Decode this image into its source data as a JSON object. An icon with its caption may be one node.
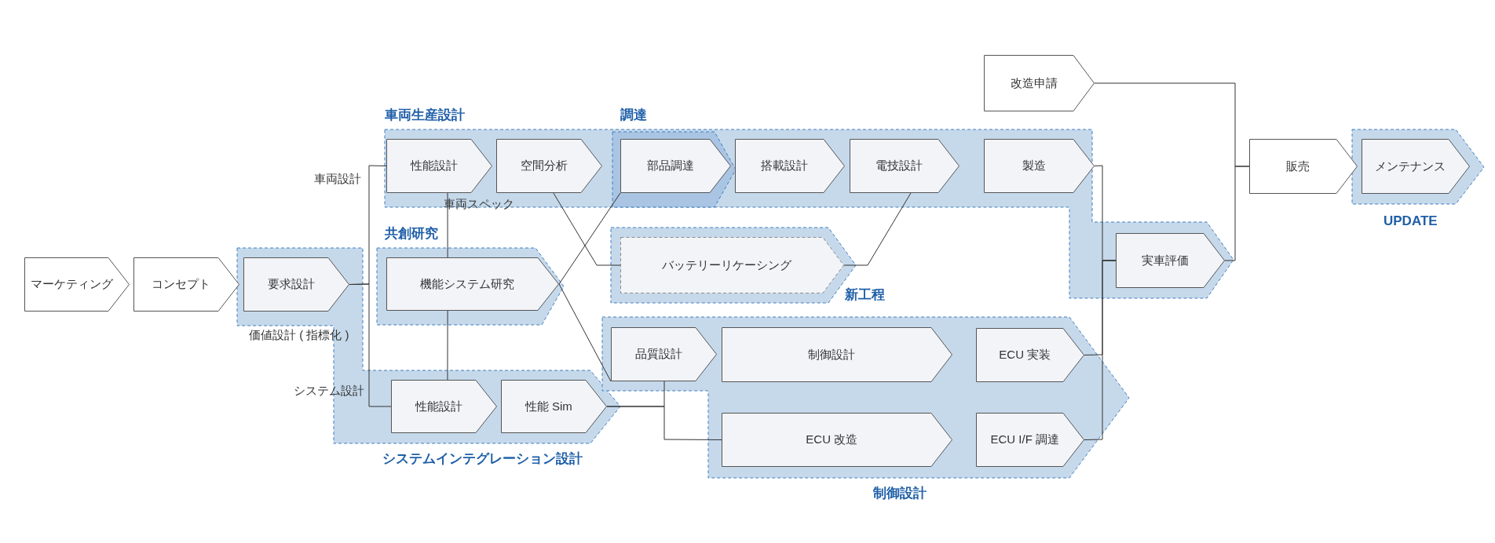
{
  "diagram": {
    "nodes": [
      {
        "text": [
          "マーケティング"
        ]
      },
      {
        "text": [
          "コンセプト"
        ]
      },
      {
        "text": [
          "システムインテグレーション設計"
        ]
      },
      {
        "text": [
          "要求設計"
        ],
        "in": 2
      },
      {
        "text": [
          "性能設計"
        ],
        "in": 2
      },
      {
        "text": [
          "性能 Sim"
        ],
        "in": 2
      },
      {
        "text": [
          "車両生産設計"
        ]
      },
      {
        "text": [
          "性能設計"
        ],
        "in": 6
      },
      {
        "text": [
          "空間分析"
        ],
        "in": 6
      },
      {
        "text": [
          "調達"
        ],
        "in": 6
      },
      {
        "text": [
          "部品調達"
        ],
        "in": 9
      },
      {
        "text": [
          "搭載設計"
        ],
        "in": 6
      },
      {
        "text": [
          "電技設計"
        ],
        "in": 6
      },
      {
        "text": [
          "製造"
        ],
        "in": 6
      },
      {
        "text": [
          "実車評価"
        ],
        "in": 6
      },
      {
        "text": [
          "共創研究"
        ]
      },
      {
        "text": [
          "機能システム研究"
        ],
        "in": 15
      },
      {
        "text": [
          "新工程"
        ]
      },
      {
        "text": [
          "バッテリーリケーシング"
        ],
        "in": 17
      },
      {
        "text": [
          "制御設計"
        ]
      },
      {
        "text": [
          "品質設計"
        ],
        "in": 19
      },
      {
        "text": [
          "制御設計"
        ],
        "in": 19
      },
      {
        "text": [
          "ECU 実装"
        ],
        "in": 19
      },
      {
        "text": [
          "ECU 改造"
        ],
        "in": 19
      },
      {
        "text": [
          "ECU I/F 調達"
        ],
        "in": 19
      },
      {
        "text": [
          "改造申請"
        ]
      },
      {
        "text": [
          "販売"
        ]
      },
      {
        "text": [
          "UPDATE"
        ]
      },
      {
        "text": [
          "メンテナンス"
        ],
        "in": 27
      }
    ],
    "edges": [
      {
        "from": 3,
        "to": 7,
        "arrow": "none"
      },
      {
        "from": 3,
        "to": 4,
        "arrow": "none"
      },
      {
        "from": 7,
        "to": 16,
        "arrow": "none"
      },
      {
        "from": 16,
        "to": 4,
        "arrow": "none"
      },
      {
        "from": 8,
        "to": 18,
        "arrow": "none"
      },
      {
        "from": 16,
        "to": 20,
        "arrow": "none"
      },
      {
        "from": 16,
        "to": 10,
        "arrow": "none"
      },
      {
        "from": 5,
        "to": 20,
        "arrow": "none"
      },
      {
        "from": 5,
        "to": 23,
        "arrow": "none"
      },
      {
        "from": 13,
        "to": 14,
        "arrow": "none"
      },
      {
        "from": 22,
        "to": 14,
        "arrow": "none"
      },
      {
        "from": 24,
        "to": 14,
        "arrow": "none"
      },
      {
        "from": 25,
        "to": 26,
        "arrow": "none"
      },
      {
        "from": 14,
        "to": 26,
        "arrow": "none"
      },
      {
        "from": 12,
        "to": 18,
        "arrow": "none"
      }
    ],
    "labels": [
      "車両設計",
      "車両スペック",
      "価値設計 ( 指標化 )",
      "システム設計"
    ]
  }
}
